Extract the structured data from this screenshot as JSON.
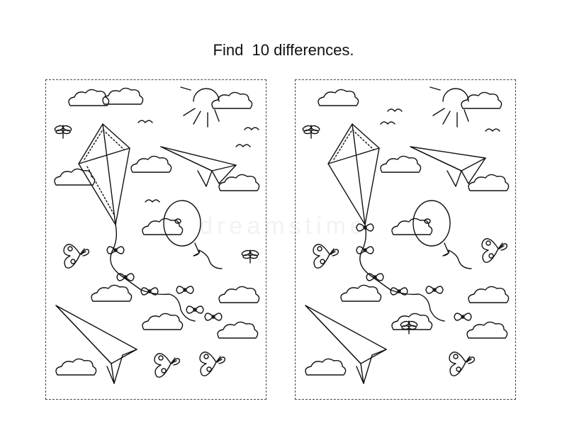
{
  "puzzle": {
    "title": "Find  10 differences.",
    "difference_count": 10
  },
  "watermark": "dreamstime",
  "icons": {
    "left_panel": [
      "cloud-icon",
      "sun-icon",
      "bird-icon",
      "kite-icon",
      "paper-plane-icon",
      "balloon-icon",
      "butterfly-icon",
      "dragonfly-icon"
    ],
    "right_panel": [
      "cloud-icon",
      "sun-icon",
      "bird-icon",
      "kite-icon",
      "paper-plane-icon",
      "balloon-icon",
      "butterfly-icon",
      "dragonfly-icon"
    ]
  },
  "colors": {
    "ink": "#111111",
    "paper": "#ffffff",
    "border": "#444444"
  }
}
